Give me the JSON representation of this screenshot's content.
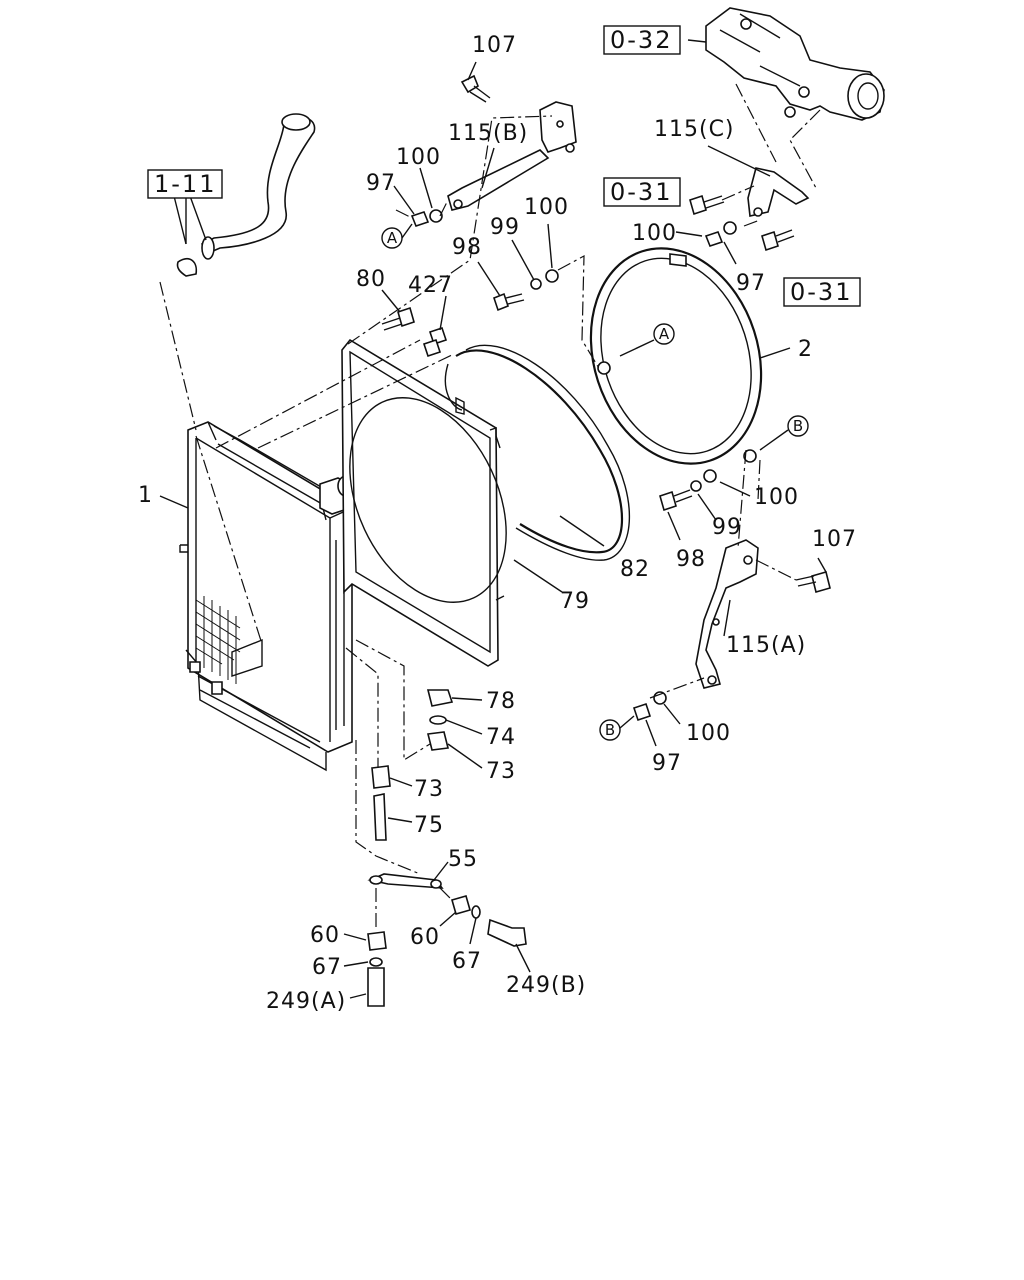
{
  "diagram": {
    "references": {
      "ref_1_11": "1-11",
      "ref_0_32": "0-32",
      "ref_0_31_a": "0-31",
      "ref_0_31_b": "0-31"
    },
    "circle_markers": {
      "a1": "A",
      "a2": "A",
      "b1": "B",
      "b2": "B"
    },
    "callouts": {
      "c107_top": "107",
      "c115b": "115(B)",
      "c100_top": "100",
      "c97_top": "97",
      "c115c": "115(C)",
      "c100_mid": "100",
      "c98_top": "98",
      "c99_top": "99",
      "c80": "80",
      "c427": "427",
      "c100_ring": "100",
      "c97_ring": "97",
      "c2": "2",
      "c1": "1",
      "c100_b": "100",
      "c99_b": "99",
      "c98_b": "98",
      "c107_b": "107",
      "c82": "82",
      "c79": "79",
      "c115a": "115(A)",
      "c78": "78",
      "c74": "74",
      "c73_a": "73",
      "c73_b": "73",
      "c75": "75",
      "c100_low": "100",
      "c97_low": "97",
      "c55": "55",
      "c60_a": "60",
      "c60_b": "60",
      "c67_a": "67",
      "c67_b": "67",
      "c249a": "249(A)",
      "c249b": "249(B)"
    }
  }
}
